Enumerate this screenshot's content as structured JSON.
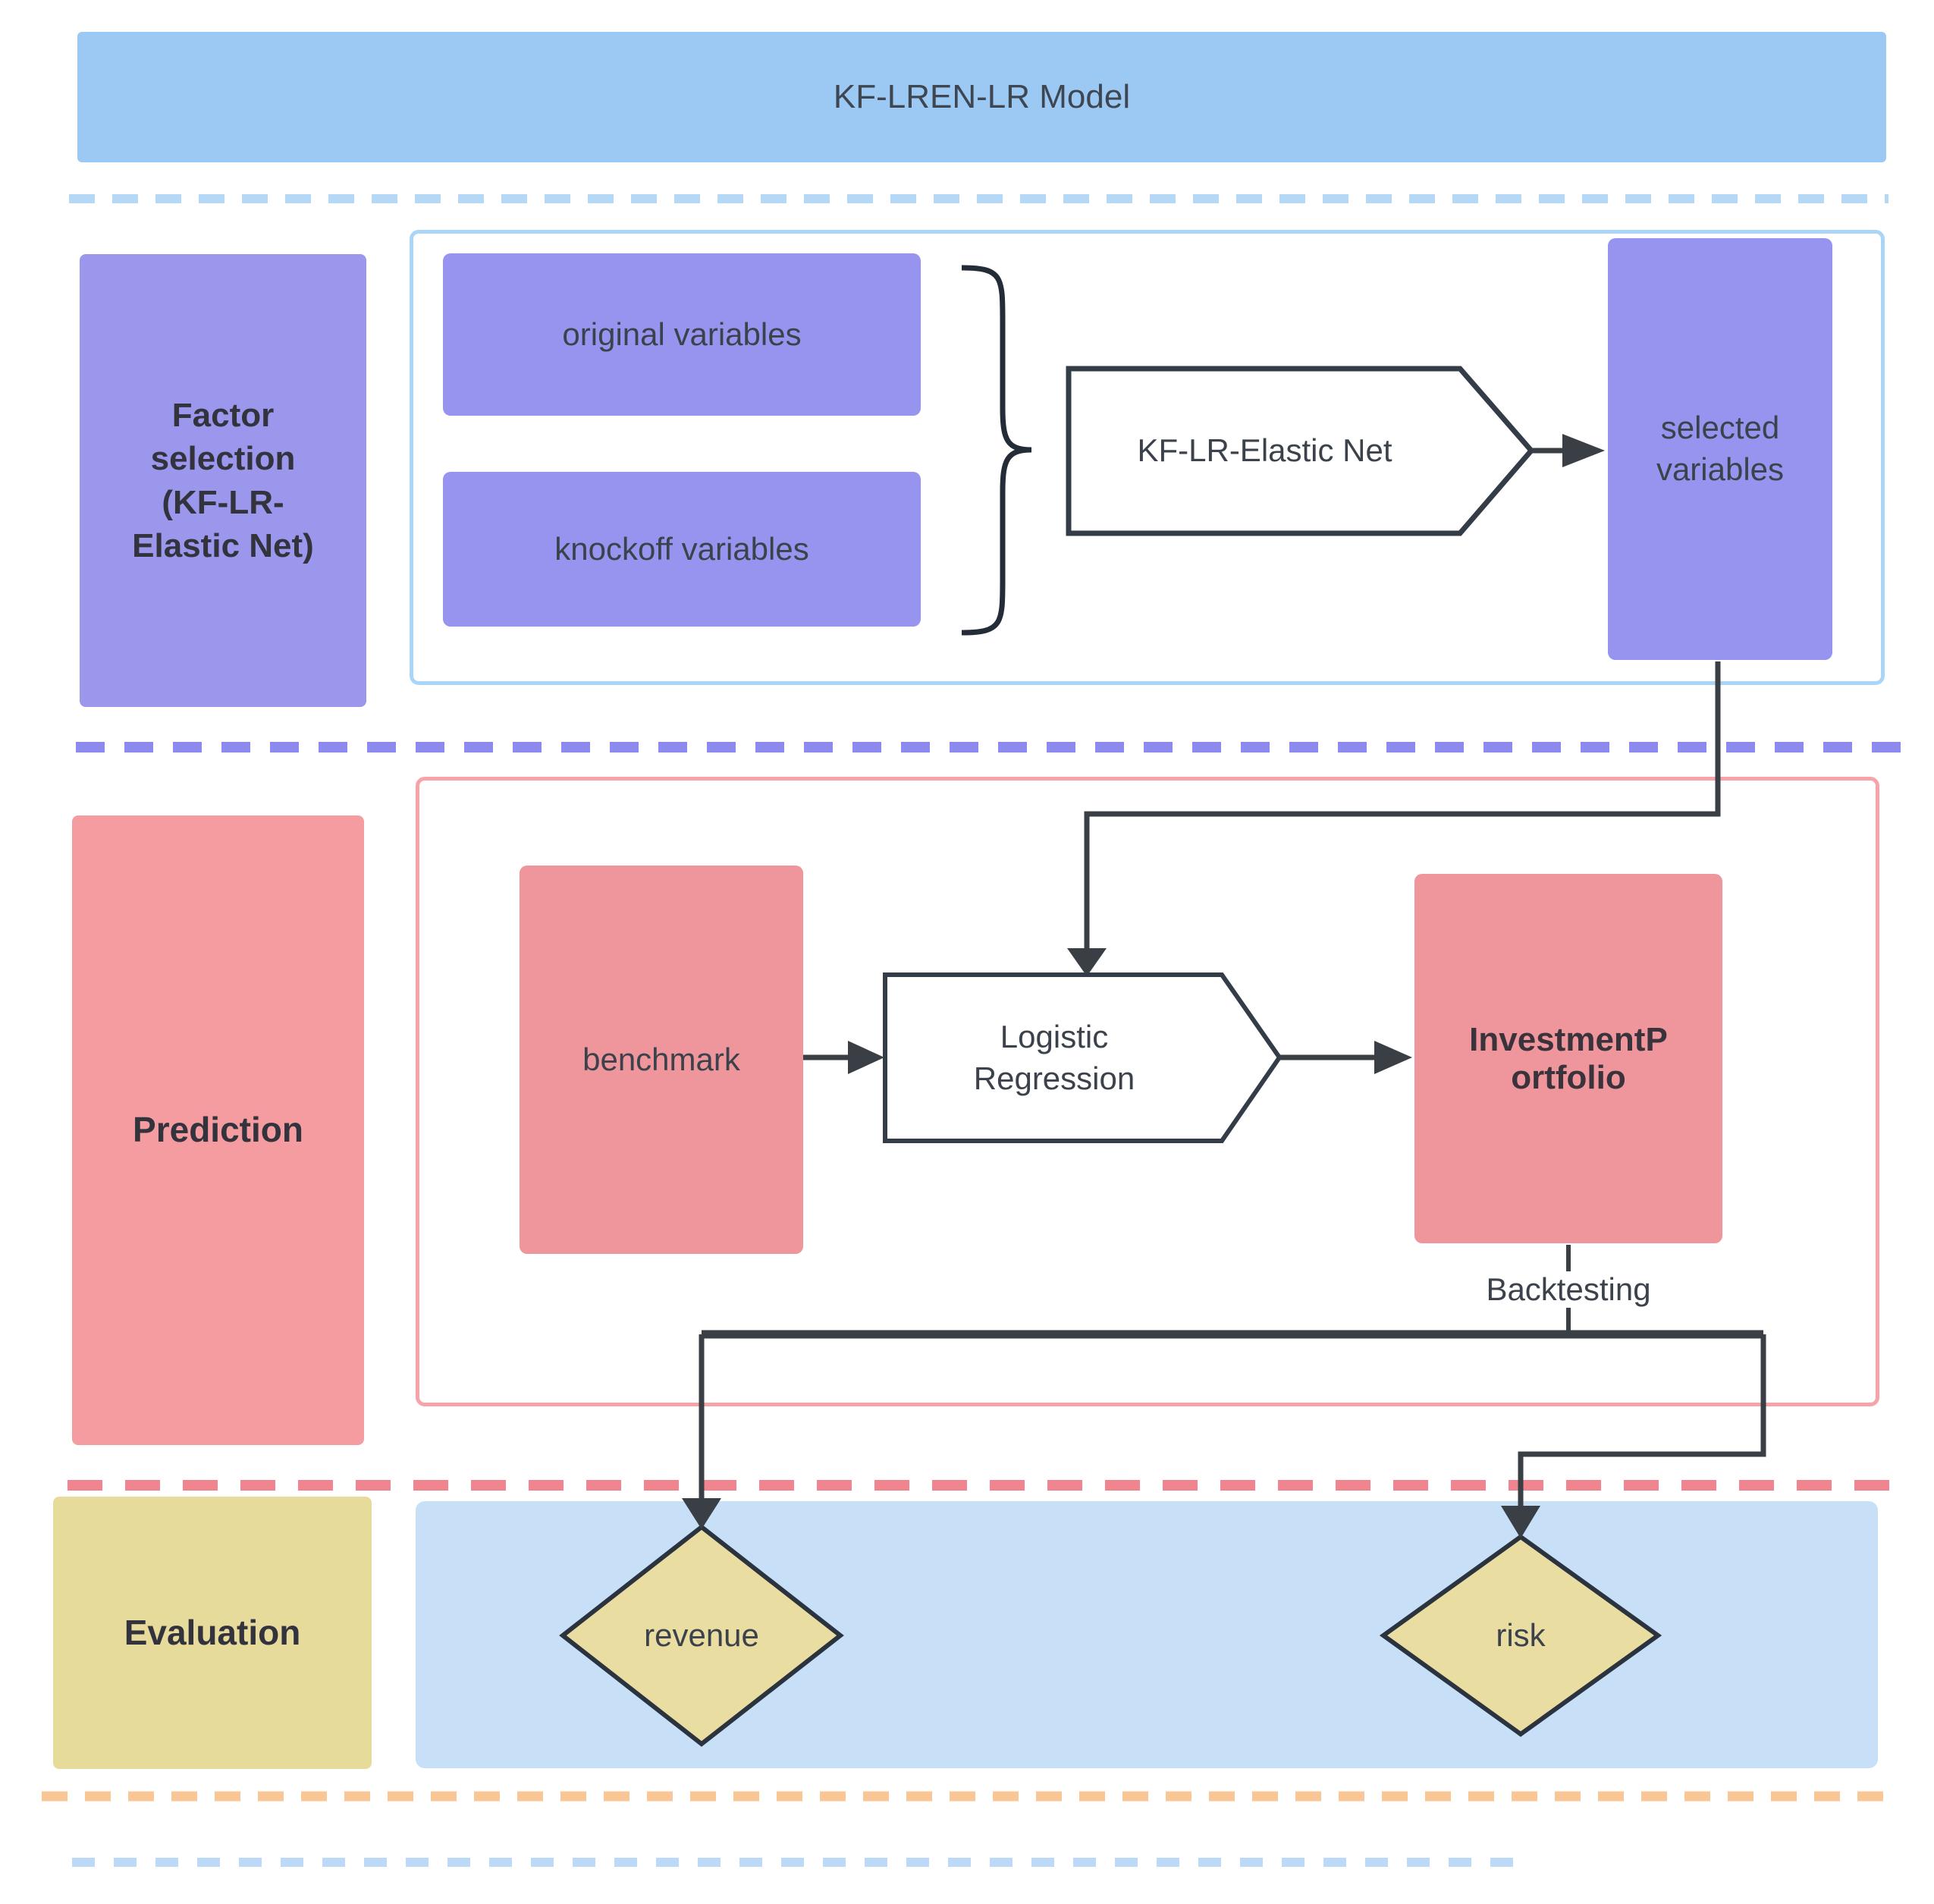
{
  "diagram": {
    "title": "KF-LREN-LR Model",
    "sections": {
      "factor_selection": {
        "label": "Factor\nselection\n(KF-LR-\nElastic Net)",
        "nodes": {
          "original": "original variables",
          "knockoff": "knockoff variables",
          "process": "KF-LR-Elastic Net",
          "selected": "selected\nvariables"
        }
      },
      "prediction": {
        "label": "Prediction",
        "nodes": {
          "benchmark": "benchmark",
          "process": "Logistic\nRegression",
          "portfolio": "InvestmentP\nortfolio"
        },
        "edge_label": "Backtesting"
      },
      "evaluation": {
        "label": "Evaluation",
        "nodes": {
          "revenue": "revenue",
          "risk": "risk"
        }
      }
    },
    "colors": {
      "header_fill": "#9cc9f3",
      "purple_node": "#9794f0",
      "purple_section_label": "#9a97ed",
      "factor_container_border": "#a9d5f8",
      "purple_dash": "#8d8aef",
      "pink_section_label": "#f49ca0",
      "pink_node": "#ef969c",
      "prediction_container_border": "#f7a3a8",
      "red_dash": "#f1858f",
      "yellow_diamond": "#e9dda2",
      "yellow_section_label": "#e7db9c",
      "evaluation_panel": "#c7e0f8",
      "orange_dash": "#f9c795",
      "blue_dash": "#b5d8f7",
      "connector_line": "#3a3f46",
      "shape_border": "#333c47",
      "text_dark": "#3c424b"
    }
  }
}
